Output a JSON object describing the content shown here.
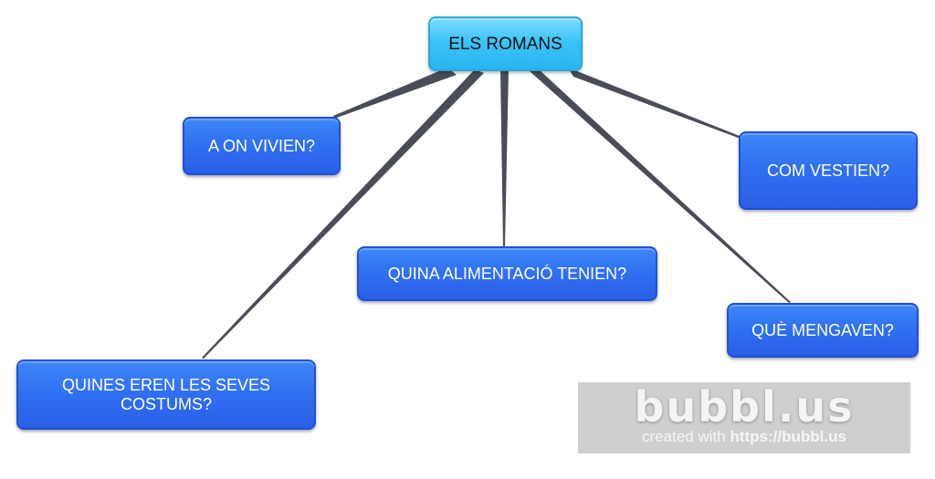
{
  "root": {
    "label": "ELS ROMANS"
  },
  "children": [
    {
      "label": "A ON VIVIEN?"
    },
    {
      "label": "COM VESTIEN?"
    },
    {
      "label": "QUINA ALIMENTACIÓ TENIEN?"
    },
    {
      "label": "QUÈ MENGAVEN?"
    },
    {
      "label": "QUINES EREN LES SEVES COSTUMS?"
    }
  ],
  "watermark": {
    "logo": "bubbl.us",
    "prefix": "created with",
    "url": "https://bubbl.us"
  },
  "colors": {
    "root": "#3cc4f7",
    "child": "#2f6ff0",
    "connector": "#4a4d57"
  }
}
